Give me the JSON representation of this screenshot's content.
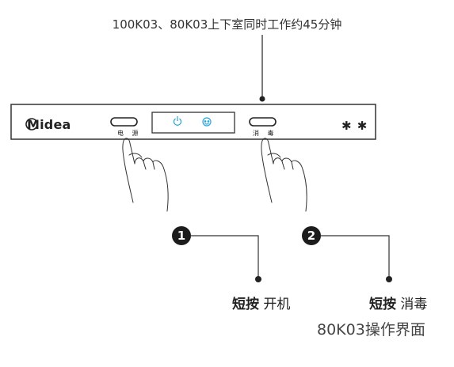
{
  "top_note": "100K03、80K03上下室同时工作约45分钟",
  "panel": {
    "brand": "Midea",
    "power_button_label": "电 源",
    "disinfect_button_label": "消 毒",
    "stars": "✱ ✱",
    "display_icons": [
      "power-icon",
      "child-lock-icon"
    ],
    "display_color": "#2aa7d8"
  },
  "steps": [
    {
      "number": "1",
      "action_bold": "短按",
      "action_text": "开机"
    },
    {
      "number": "2",
      "action_bold": "短按",
      "action_text": "消毒"
    }
  ],
  "caption": "80K03操作界面"
}
